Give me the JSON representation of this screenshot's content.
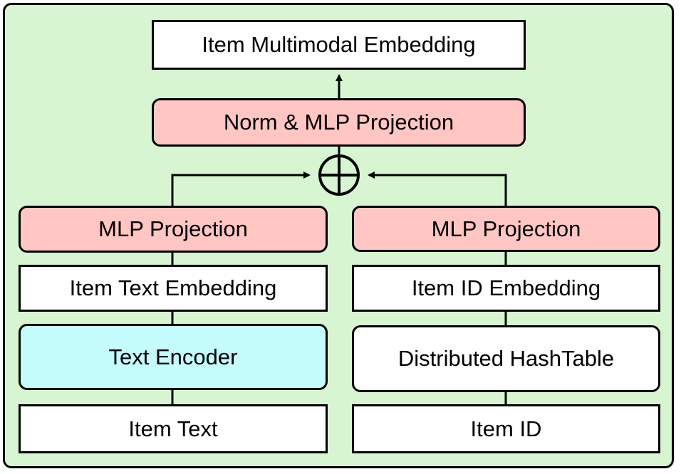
{
  "top": {
    "output_label": "Item Multimodal Embedding",
    "fusion_label": "Norm & MLP Projection"
  },
  "operator": {
    "icon": "circle-plus-icon"
  },
  "left_branch": {
    "projection_label": "MLP Projection",
    "embedding_label": "Item Text Embedding",
    "encoder_label": "Text Encoder",
    "input_label": "Item Text"
  },
  "right_branch": {
    "projection_label": "MLP Projection",
    "embedding_label": "Item ID Embedding",
    "table_label": "Distributed HashTable",
    "input_label": "Item ID"
  },
  "colors": {
    "background": "#d8f5d2",
    "projection_fill": "#ffc6c4",
    "encoder_fill": "#c4fbfb",
    "plain_fill": "#ffffff",
    "stroke": "#000000"
  }
}
